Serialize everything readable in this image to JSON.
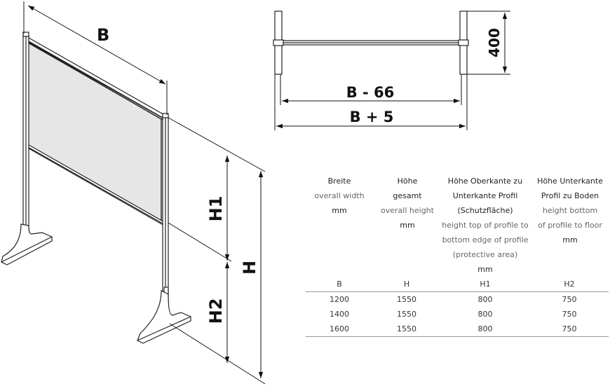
{
  "dimensions": {
    "b": "B",
    "b_minus": "B - 66",
    "b_plus": "B +  5",
    "depth": "400",
    "h1": "H1",
    "h2": "H2",
    "h": "H"
  },
  "columns": [
    {
      "lines": [
        "Breite",
        "overall width",
        "mm"
      ]
    },
    {
      "lines": [
        "Höhe",
        "gesamt",
        "overall height",
        "mm"
      ]
    },
    {
      "lines": [
        "Höhe Oberkante zu",
        "Unterkante Profil",
        "(Schutzfläche)",
        "height top of profile to",
        "bottom edge of profile",
        "(protective area)",
        "mm"
      ]
    },
    {
      "lines": [
        "Höhe Unterkante",
        "Profil zu Boden",
        "height bottom",
        "of profile to floor",
        "mm"
      ]
    }
  ],
  "table": {
    "headers": [
      "B",
      "H",
      "H1",
      "H2"
    ],
    "rows": [
      [
        "1200",
        "1550",
        "800",
        "750"
      ],
      [
        "1400",
        "1550",
        "800",
        "750"
      ],
      [
        "1600",
        "1550",
        "800",
        "750"
      ]
    ]
  }
}
